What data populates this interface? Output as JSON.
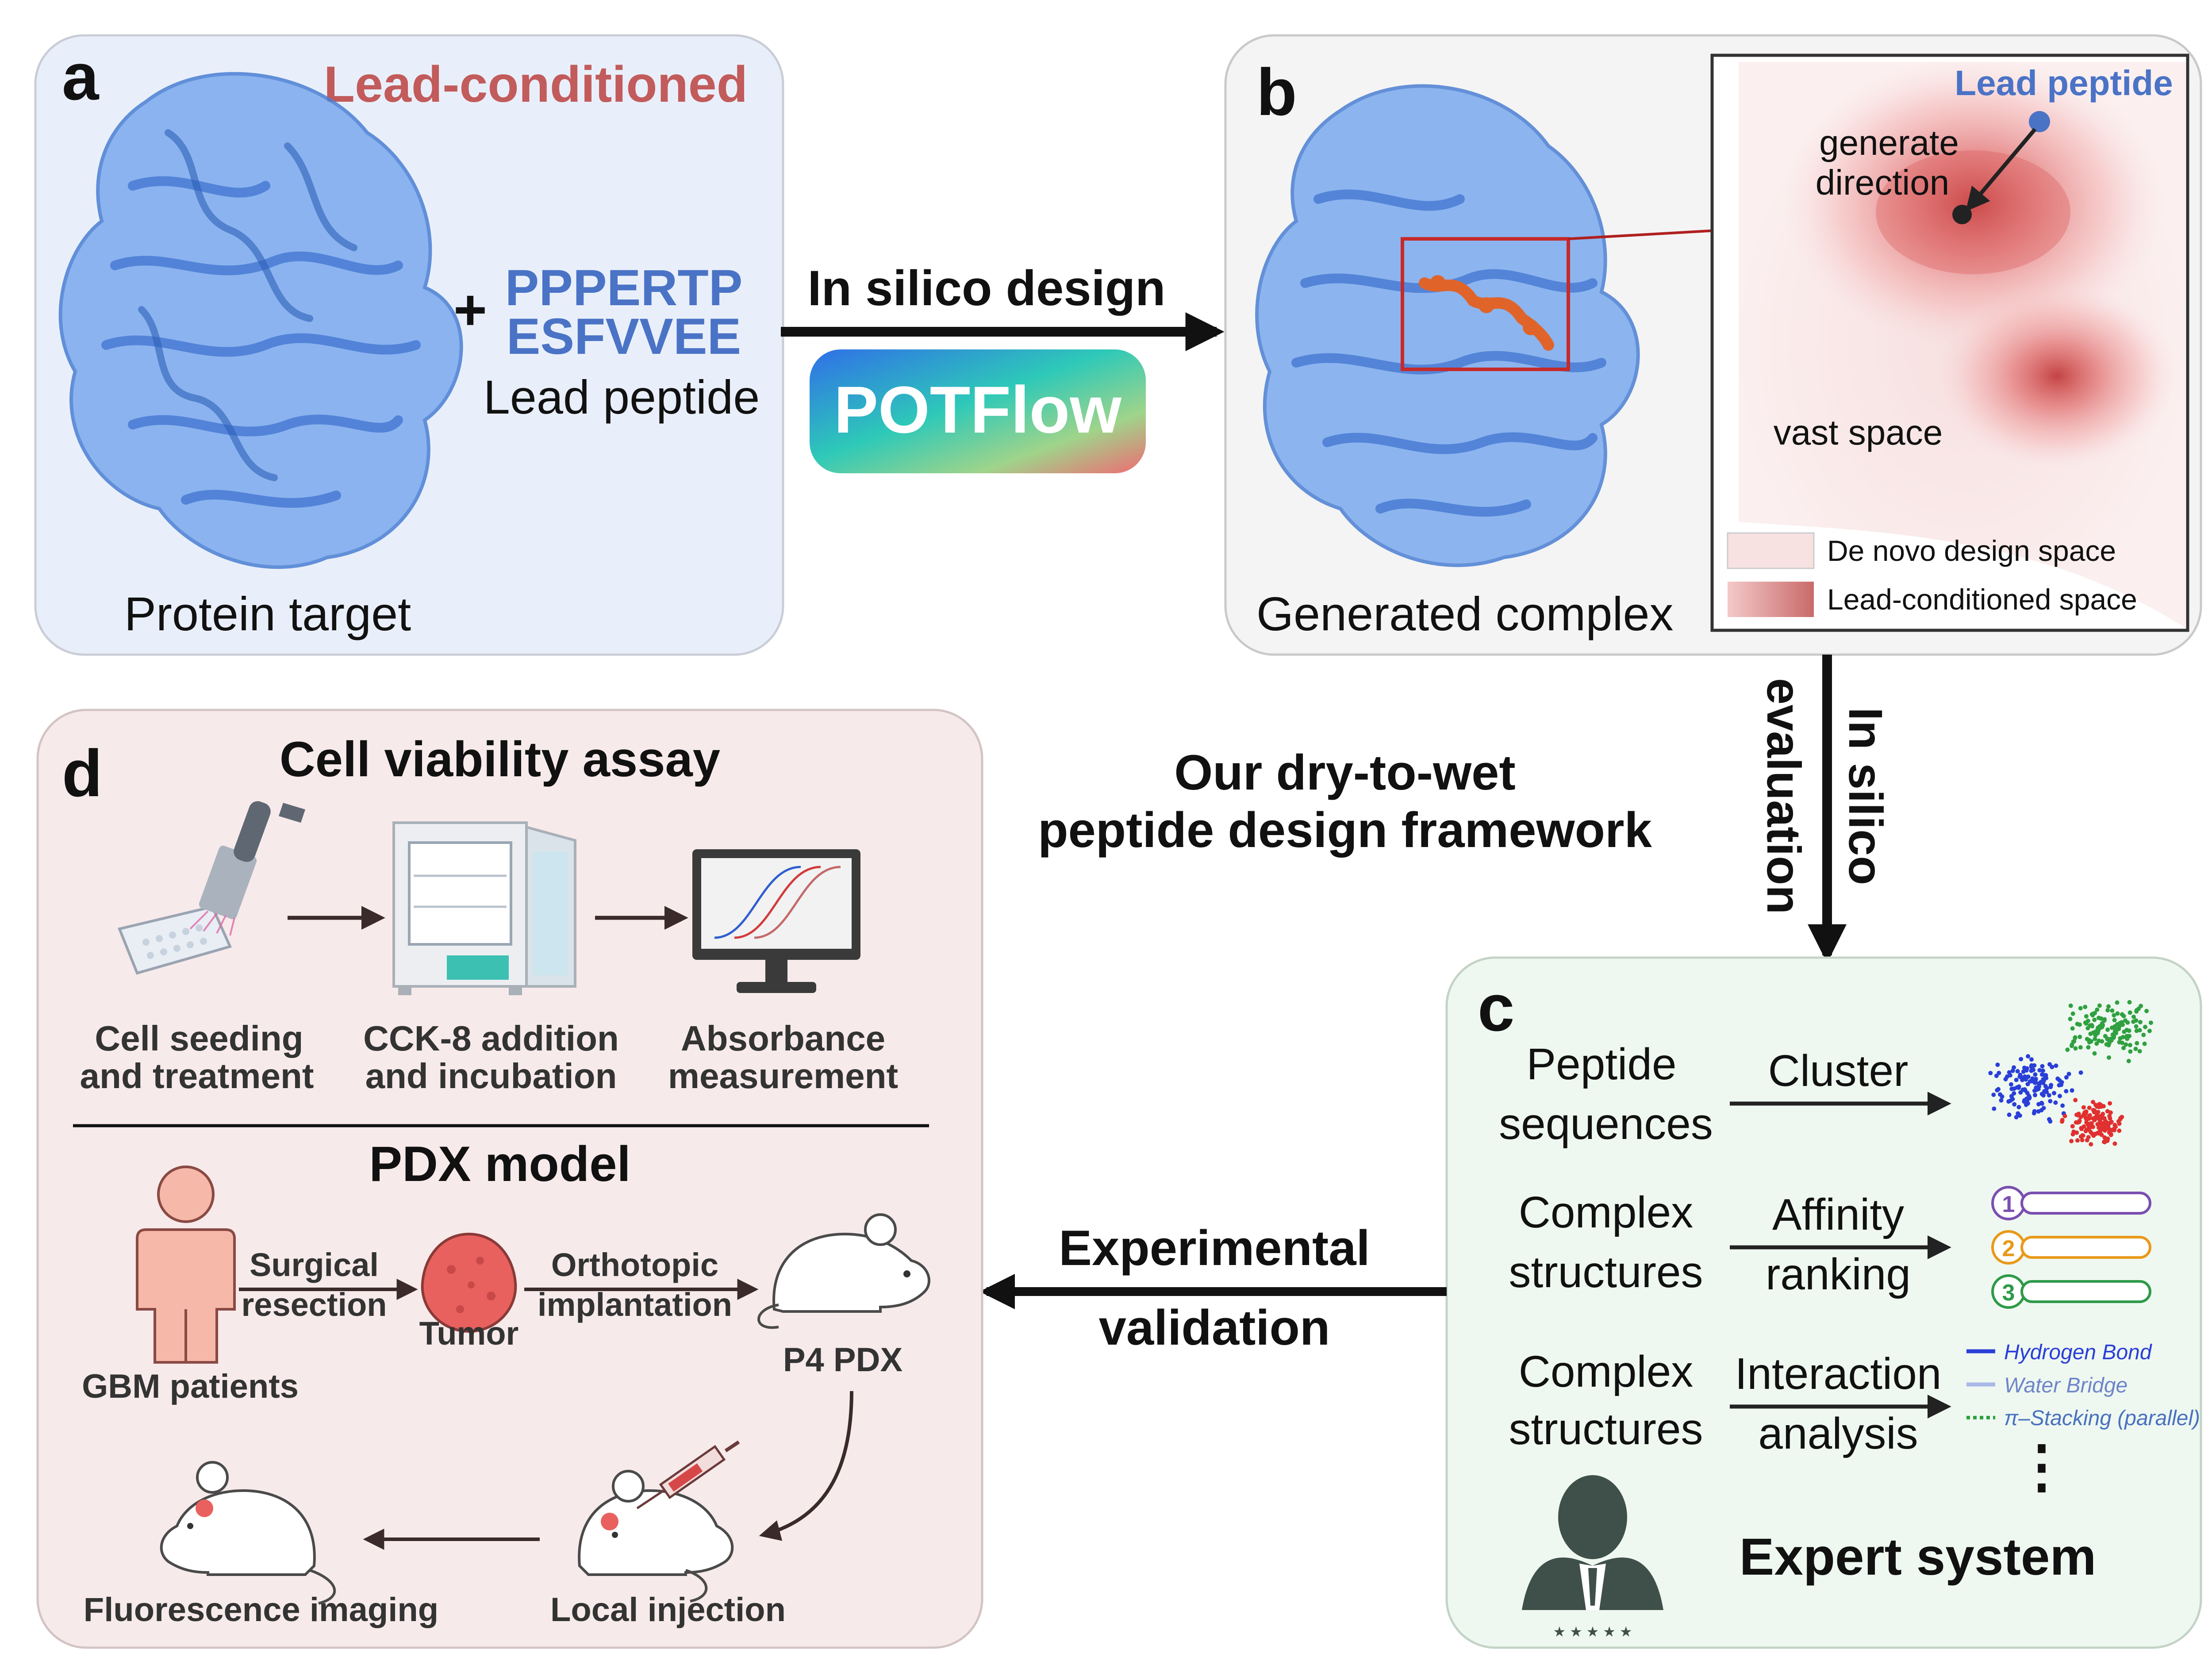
{
  "panel_a": {
    "letter": "a",
    "heading": "Lead-conditioned",
    "plus": "+",
    "sequence_line1": "PPPERTP",
    "sequence_line2": "ESFVVEE",
    "lead_peptide_label": "Lead peptide",
    "protein_label": "Protein target"
  },
  "arrow_design": {
    "label": "In silico design",
    "badge": "POTFlow"
  },
  "panel_b": {
    "letter": "b",
    "complex_label": "Generated complex",
    "lead_peptide_marker": "Lead peptide",
    "direction_line1": "generate",
    "direction_line2": "direction",
    "vast_space": "vast space",
    "legend": [
      "De novo design space",
      "Lead-conditioned space"
    ]
  },
  "arrow_evaluation": {
    "line1": "In silico",
    "line2": "evaluation"
  },
  "framework_title": {
    "line1": "Our dry-to-wet",
    "line2": "peptide design framework"
  },
  "arrow_validation": {
    "line1": "Experimental",
    "line2": "validation"
  },
  "panel_c": {
    "letter": "c",
    "rows": [
      {
        "input_line1": "Peptide",
        "input_line2": "sequences",
        "method_line1": "Cluster",
        "method_line2": ""
      },
      {
        "input_line1": "Complex",
        "input_line2": "structures",
        "method_line1": "Affinity",
        "method_line2": "ranking"
      },
      {
        "input_line1": "Complex",
        "input_line2": "structures",
        "method_line1": "Interaction",
        "method_line2": "analysis"
      }
    ],
    "ranks": [
      "1",
      "2",
      "3"
    ],
    "interactions": [
      "Hydrogen Bond",
      "Water Bridge",
      "π–Stacking (parallel)"
    ],
    "ellipsis": "⋮",
    "expert": "Expert system"
  },
  "panel_d": {
    "letter": "d",
    "assay_title": "Cell viability assay",
    "assay_steps": [
      {
        "line1": "Cell seeding",
        "line2": "and treatment"
      },
      {
        "line1": "CCK-8 addition",
        "line2": "and incubation"
      },
      {
        "line1": "Absorbance",
        "line2": "measurement"
      }
    ],
    "pdx_title": "PDX model",
    "surgical_line1": "Surgical",
    "surgical_line2": "resection",
    "ortho_line1": "Orthotopic",
    "ortho_line2": "implantation",
    "tumor": "Tumor",
    "patients": "GBM patients",
    "p4": "P4 PDX",
    "injection": "Local injection",
    "imaging": "Fluorescence imaging"
  },
  "colors": {
    "panel_a_bg": "#e9effa",
    "panel_b_bg": "#f4f4f4",
    "panel_c_bg": "#eef8f0",
    "panel_d_bg": "#f7eaea",
    "lead_conditioned": "#c25b5b",
    "peptide_blue": "#4a73c6",
    "protein_blue": "#5b8fdc",
    "ligand_orange": "#e0642a",
    "density_red": "#d94a4a",
    "cluster_blue": "#2a3ed8",
    "cluster_red": "#e03030",
    "cluster_green": "#30a040"
  }
}
